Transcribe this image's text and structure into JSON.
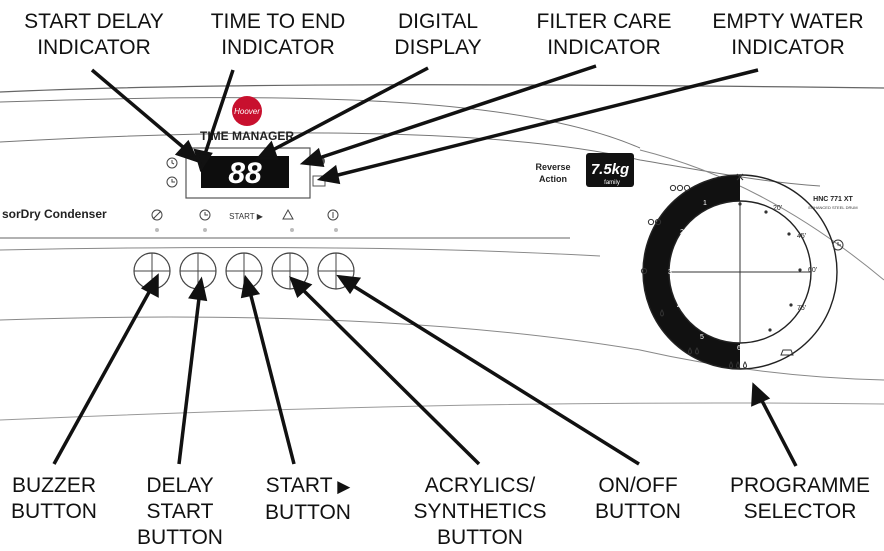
{
  "callouts_top": {
    "start_delay": [
      "START DELAY",
      "INDICATOR"
    ],
    "time_to_end": [
      "TIME TO END",
      "INDICATOR"
    ],
    "digital_display": [
      "DIGITAL",
      "DISPLAY"
    ],
    "filter_care": [
      "FILTER CARE",
      "INDICATOR"
    ],
    "empty_water": [
      "EMPTY WATER",
      "INDICATOR"
    ]
  },
  "callouts_bottom": {
    "buzzer": [
      "BUZZER",
      "BUTTON"
    ],
    "delay_start": [
      "DELAY",
      "START",
      "BUTTON"
    ],
    "start": [
      "START",
      "BUTTON"
    ],
    "acrylics": [
      "ACRYLICS/",
      "SYNTHETICS",
      "BUTTON"
    ],
    "on_off": [
      "ON/OFF",
      "BUTTON"
    ],
    "programme_selector": [
      "PROGRAMME",
      "SELECTOR"
    ]
  },
  "panel": {
    "brand_logo": "Hoover",
    "time_manager": "TIME MANAGER",
    "display_digits": "88",
    "model_name": "sorDry Condenser",
    "start_label": "START ▶",
    "reverse_action": [
      "Reverse",
      "Action"
    ],
    "capacity": "7.5kg",
    "capacity_sub": "family",
    "model_code": "HNC 771 XT",
    "model_sub": "ENHANCED STEEL DRUM"
  },
  "dial": {
    "left_numbers": [
      "1",
      "2",
      "3",
      "4",
      "5",
      "6"
    ],
    "right_minutes": [
      "20'",
      "45'",
      "60'",
      "75'"
    ]
  },
  "colors": {
    "ink": "#111111",
    "panel_line": "#555555",
    "brand_red": "#c8102e",
    "dial_dark": "#111111"
  }
}
